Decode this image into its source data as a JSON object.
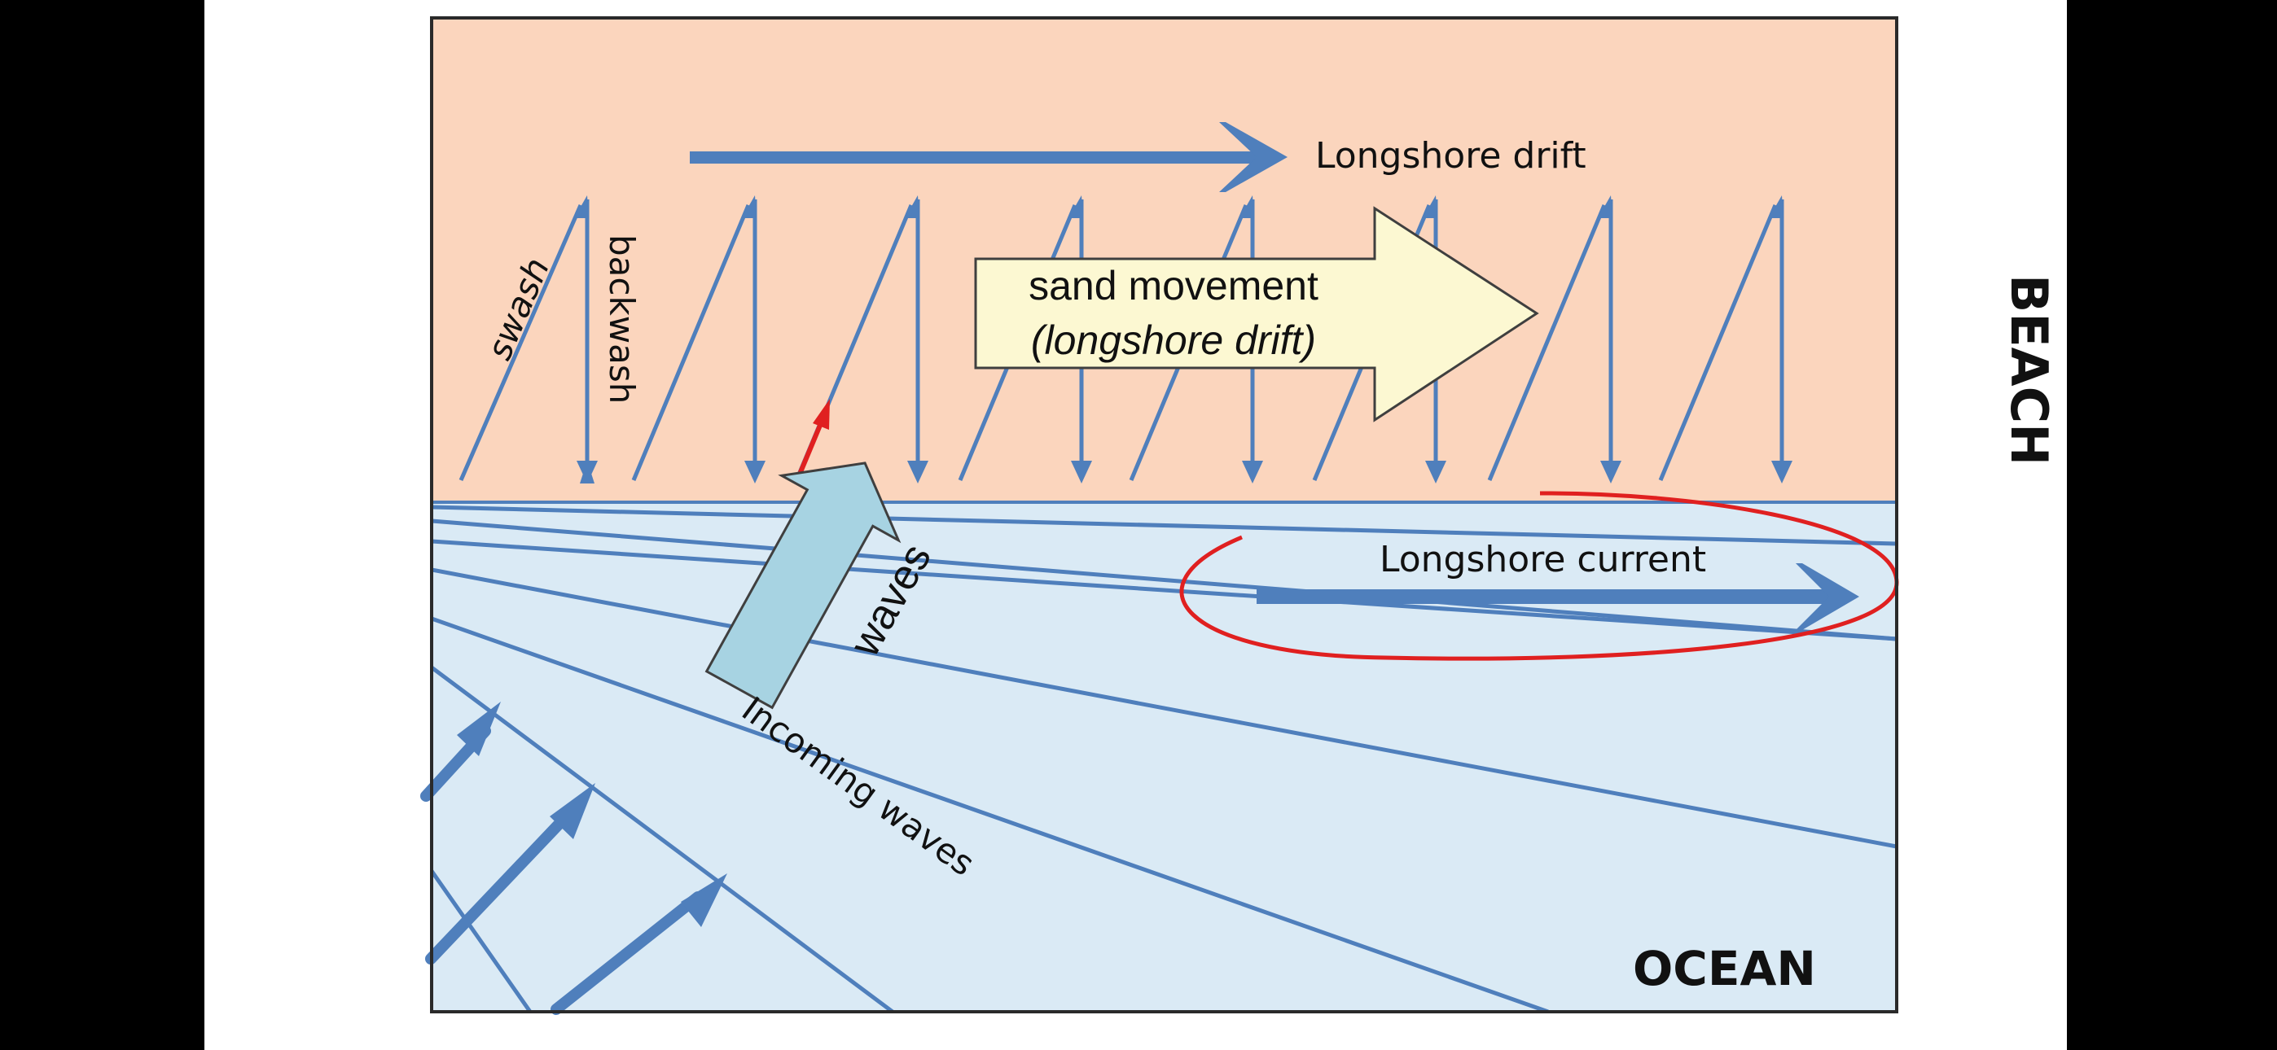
{
  "labels": {
    "longshore_drift_top": "Longshore drift",
    "swash": "swash",
    "backwash": "backwash",
    "sand_movement_line1": "sand movement",
    "sand_movement_line2": "(longshore drift)",
    "beach": "BEACH",
    "waves": "waves",
    "longshore_current": "Longshore current",
    "incoming_waves": "Incoming waves",
    "ocean": "OCEAN"
  },
  "colors": {
    "beach": "#fbd5bd",
    "ocean": "#daeaf5",
    "arrow_blue": "#4f7fbc",
    "highlight_red": "#e02020",
    "sand_arrow_fill": "#fcf8d2",
    "waves_arrow_fill": "#a7d3e2"
  },
  "icons": {
    "drift_arrow": "long-arrow-right",
    "zigzag": "swash-backwash-zigzag",
    "highlight": "red-ellipse"
  }
}
